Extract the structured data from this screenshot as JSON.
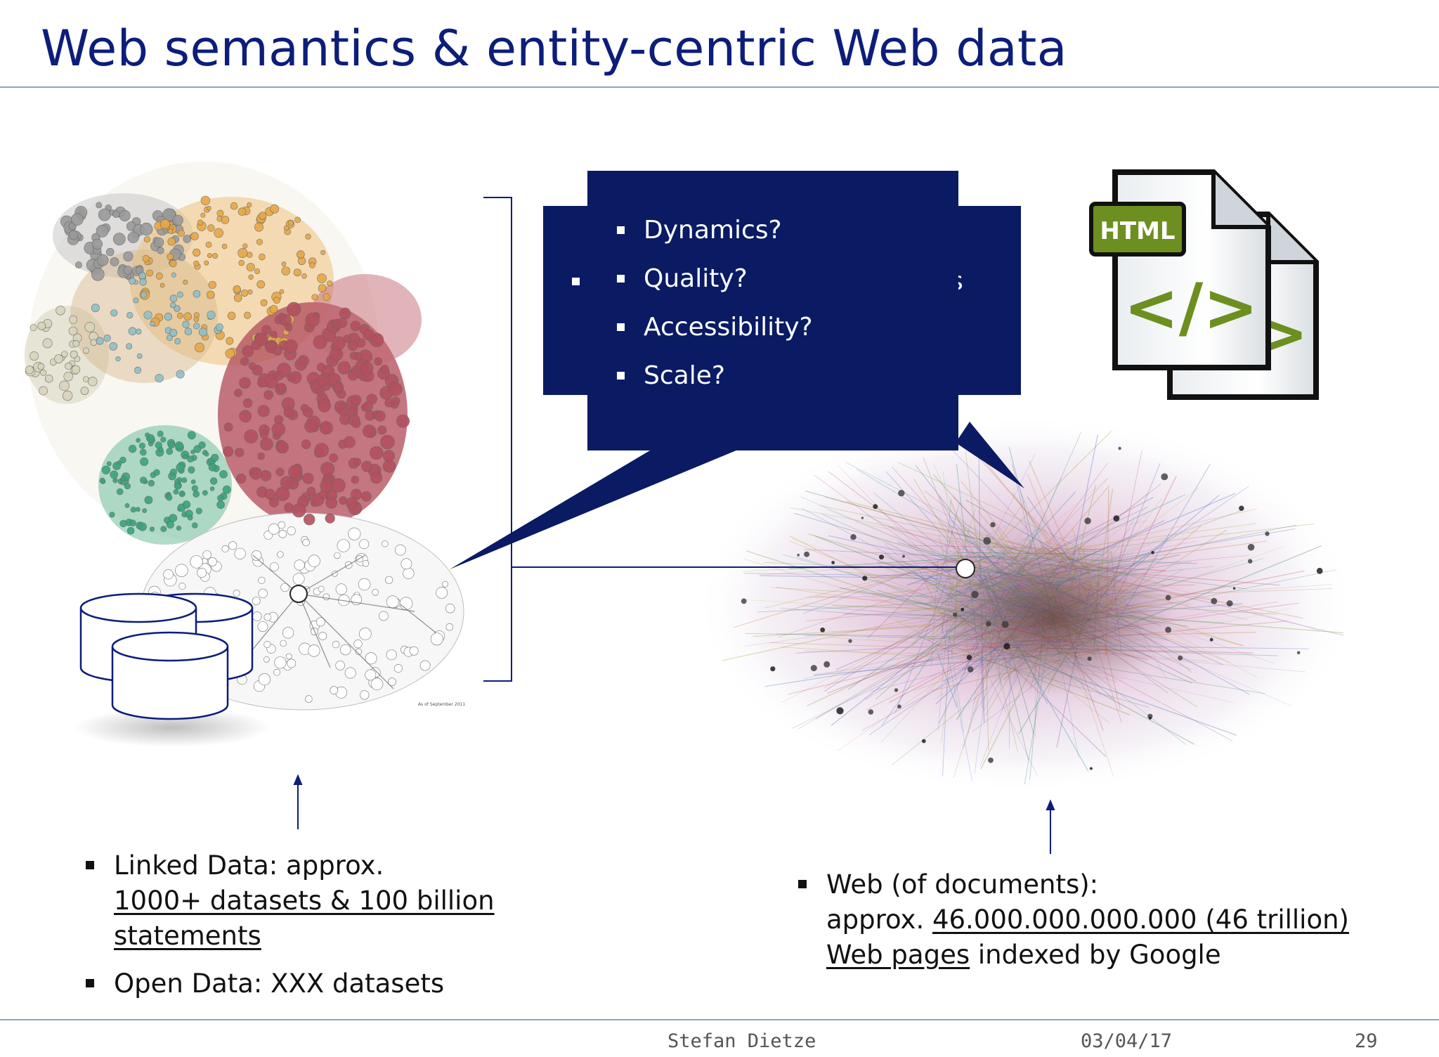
{
  "slide": {
    "title": "Web semantics & entity-centric Web data"
  },
  "callout": {
    "items": [
      "Dynamics?",
      "Quality?",
      "Accessibility?",
      "Scale?"
    ],
    "hidden_fragments": [
      "s",
      "-"
    ]
  },
  "left_bullets": [
    {
      "line1": "Linked Data: approx.",
      "line2": "1000+ datasets & 100 billion statements"
    },
    {
      "line1": "Open Data: XXX datasets"
    }
  ],
  "right_bullet": {
    "line1": "Web (of documents):",
    "line2_prefix": "approx. ",
    "line2_link": "46.000.000.000.000 (46 trillion)",
    "line3_link": "Web pages",
    "line3_suffix": " indexed by Google"
  },
  "file_icon": {
    "label": "HTML",
    "glyph": "</>",
    "glyph_back": ">"
  },
  "footer": {
    "author": "Stefan Dietze",
    "date": "03/04/17",
    "page": "29"
  },
  "colors": {
    "title": "#0d1d7a",
    "panel": "#0a1b64",
    "rule": "#8fa3d1",
    "lod_red": "#b3505e",
    "lod_orange": "#e7a846",
    "lod_green": "#3aa37e",
    "lod_gray": "#9a9a9a",
    "icon_green": "#6d8f1f"
  }
}
